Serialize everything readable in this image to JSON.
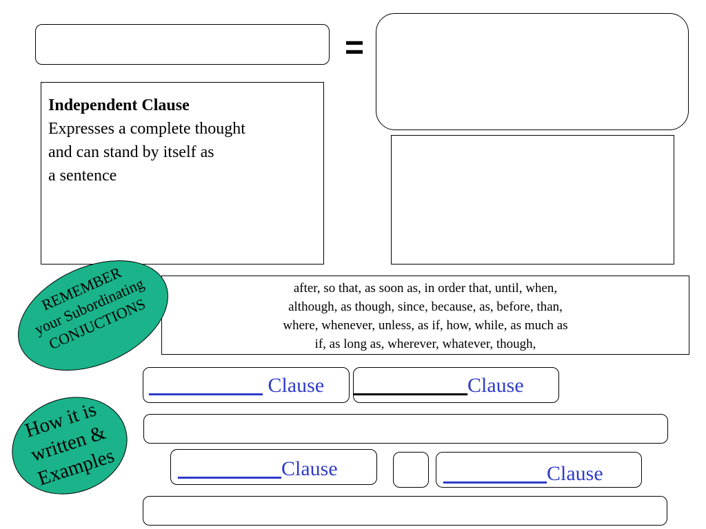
{
  "equals_sign": "=",
  "independent_clause": {
    "title": "Independent Clause",
    "lines": [
      "Expresses a complete thought",
      "and can stand by itself as",
      "a sentence"
    ]
  },
  "conjunctions": {
    "lines": [
      "after, so that,  as soon as,  in order that, until, when,",
      "although,  as though,  since, because,  as,  before, than,",
      "where,  whenever,  unless,  as if,  how, while,  as much as",
      "if,  as long as,  wherever,  whatever,  though,"
    ]
  },
  "remember_badge": {
    "lines": [
      "REMEMBER",
      "your  Subordinating",
      "CONJUCTIONS"
    ],
    "color": "#1ab38a"
  },
  "how_badge": {
    "lines": [
      "How it is",
      "written &",
      "Examples"
    ],
    "color": "#1ab38a"
  },
  "clause_blanks": {
    "row1_left": {
      "blank": "___________",
      "label": " Clause"
    },
    "row1_right": {
      "blank": "___________",
      "label": "Clause"
    },
    "row2_left": {
      "blank": "__________",
      "label": "Clause"
    },
    "row2_right": {
      "blank": "__________",
      "label": "Clause"
    }
  },
  "accent_color": "#2e3bc8"
}
